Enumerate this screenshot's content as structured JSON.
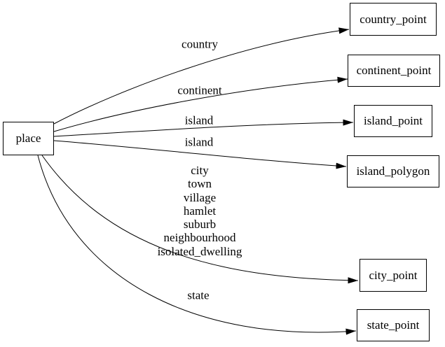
{
  "diagram": {
    "colors": {
      "background": "#ffffff",
      "node_border": "#000000",
      "node_fill": "#ffffff",
      "edge": "#000000",
      "text": "#000000"
    },
    "nodes": [
      {
        "id": "place",
        "label": "place"
      },
      {
        "id": "country_point",
        "label": "country_point"
      },
      {
        "id": "continent_point",
        "label": "continent_point"
      },
      {
        "id": "island_point",
        "label": "island_point"
      },
      {
        "id": "island_polygon",
        "label": "island_polygon"
      },
      {
        "id": "city_point",
        "label": "city_point"
      },
      {
        "id": "state_point",
        "label": "state_point"
      }
    ],
    "edges": [
      {
        "from": "place",
        "to": "country_point",
        "label": "country"
      },
      {
        "from": "place",
        "to": "continent_point",
        "label": "continent"
      },
      {
        "from": "place",
        "to": "island_point",
        "label": "island"
      },
      {
        "from": "place",
        "to": "island_polygon",
        "label": "island"
      },
      {
        "from": "place",
        "to": "city_point",
        "label_lines": [
          "city",
          "town",
          "village",
          "hamlet",
          "suburb",
          "neighbourhood",
          "isolated_dwelling"
        ]
      },
      {
        "from": "place",
        "to": "state_point",
        "label": "state"
      }
    ]
  }
}
